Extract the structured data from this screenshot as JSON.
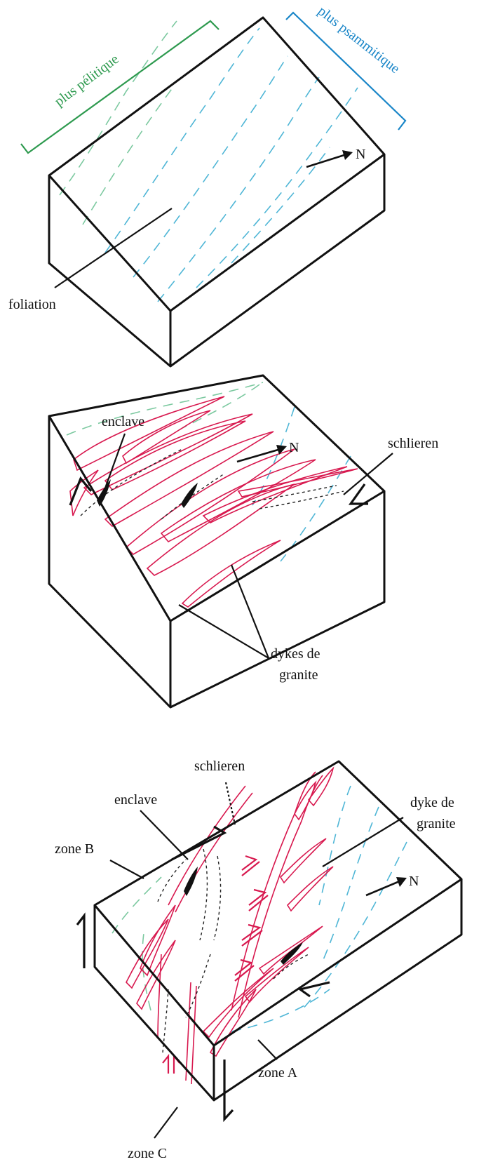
{
  "block1": {
    "label_pelitic": "plus pélitique",
    "label_psammitic": "plus psammitique",
    "north_label": "N",
    "foliation_label": "foliation",
    "colors": {
      "pelitic": "#2e9a4f",
      "psammitic": "#1a86c8"
    }
  },
  "block2": {
    "enclave_label": "enclave",
    "north_label": "N",
    "schlieren_label": "schlieren",
    "dykes_label_line1": "dykes de",
    "dykes_label_line2": "granite",
    "colors": {
      "dykes": "#d8194f"
    }
  },
  "block3": {
    "schlieren_label": "schlieren",
    "enclave_label": "enclave",
    "dyke_label_line1": "dyke de",
    "dyke_label_line2": "granite",
    "zone_b_label": "zone B",
    "zone_a_label": "zone A",
    "zone_c_label": "zone C",
    "north_label": "N"
  }
}
